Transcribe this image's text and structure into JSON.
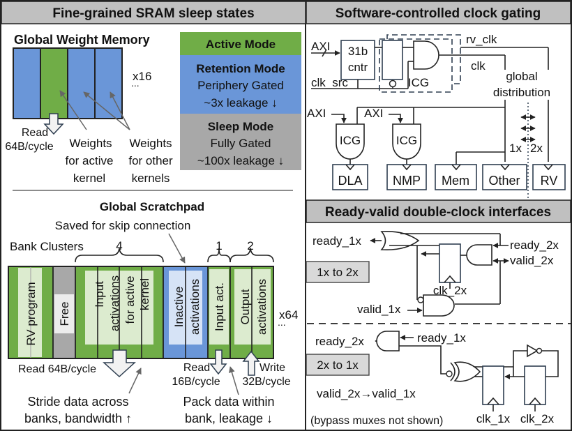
{
  "colors": {
    "header_gray": "#c0c0c0",
    "active_green": "#70ad47",
    "retention_blue": "#6a96d8",
    "sleep_gray": "#a8a8a8",
    "light_green": "#dcebcf",
    "light_blue": "#d6e3f6",
    "label_box_gray": "#d9d9d9"
  },
  "sram": {
    "header": "Fine-grained SRAM sleep states",
    "weight_memory": {
      "title": "Global Weight Memory",
      "banks": [
        "retention",
        "active",
        "retention",
        "retention"
      ],
      "multiplier": "x16",
      "ellipsis": "...",
      "read_label_1": "Read",
      "read_label_2": "64B/cycle",
      "active_weights": [
        "Weights",
        "for active",
        "kernel"
      ],
      "other_weights": [
        "Weights",
        "for other",
        "kernels"
      ]
    },
    "modes": {
      "active": {
        "title": "Active Mode"
      },
      "retention": {
        "title": "Retention Mode",
        "line1": "Periphery Gated",
        "line2": "~3x leakage ↓"
      },
      "sleep": {
        "title": "Sleep Mode",
        "line1": "Fully Gated",
        "line2": "~100x leakage ↓"
      }
    },
    "scratchpad": {
      "title": "Global Scratchpad",
      "skip_note": "Saved for skip connection",
      "bank_clusters_label": "Bank Clusters",
      "cluster_counts": [
        "4",
        "1",
        "2"
      ],
      "regions": {
        "rv_program": "RV program",
        "free": "Free",
        "input_active": [
          "Input",
          "activations",
          "for active",
          "kernel"
        ],
        "inactive": [
          "Inactive",
          "activations"
        ],
        "input_act": "Input act.",
        "output": [
          "Output",
          "activations"
        ]
      },
      "multiplier": "x64",
      "ellipsis": "...",
      "read64": "Read 64B/cycle",
      "read16": [
        "Read",
        "16B/cycle"
      ],
      "write32": [
        "Write",
        "32B/cycle"
      ],
      "stride_note": [
        "Stride data across",
        "banks, bandwidth ↑"
      ],
      "pack_note": [
        "Pack data within",
        "bank, leakage ↓"
      ]
    }
  },
  "clock_gating": {
    "header": "Software-controlled clock gating",
    "axi": "AXI",
    "counter": [
      "31b",
      "cntr"
    ],
    "clk_src": "clk_src",
    "icg": "ICG",
    "rv_clk": "rv_clk",
    "clk": "clk",
    "distribution": [
      "global",
      "distribution"
    ],
    "axi_dla": "AXI",
    "axi_nmp": "AXI",
    "ratio_1x": "1x",
    "ratio_2x": "2x",
    "blocks": [
      "DLA",
      "NMP",
      "Mem",
      "Other",
      "RV"
    ]
  },
  "ready_valid": {
    "header": "Ready-valid double-clock interfaces",
    "one_to_two": {
      "label": "1x to 2x",
      "ready_1x": "ready_1x",
      "ready_2x": "ready_2x",
      "valid_2x": "valid_2x",
      "clk_2x": "clk_2x",
      "valid_1x": "valid_1x"
    },
    "two_to_one": {
      "label": "2x to 1x",
      "ready_2x": "ready_2x",
      "ready_1x": "ready_1x",
      "valid_map": "valid_2x→valid_1x",
      "clk_1x": "clk_1x",
      "clk_2x": "clk_2x",
      "footnote": "(bypass muxes not shown)"
    }
  }
}
